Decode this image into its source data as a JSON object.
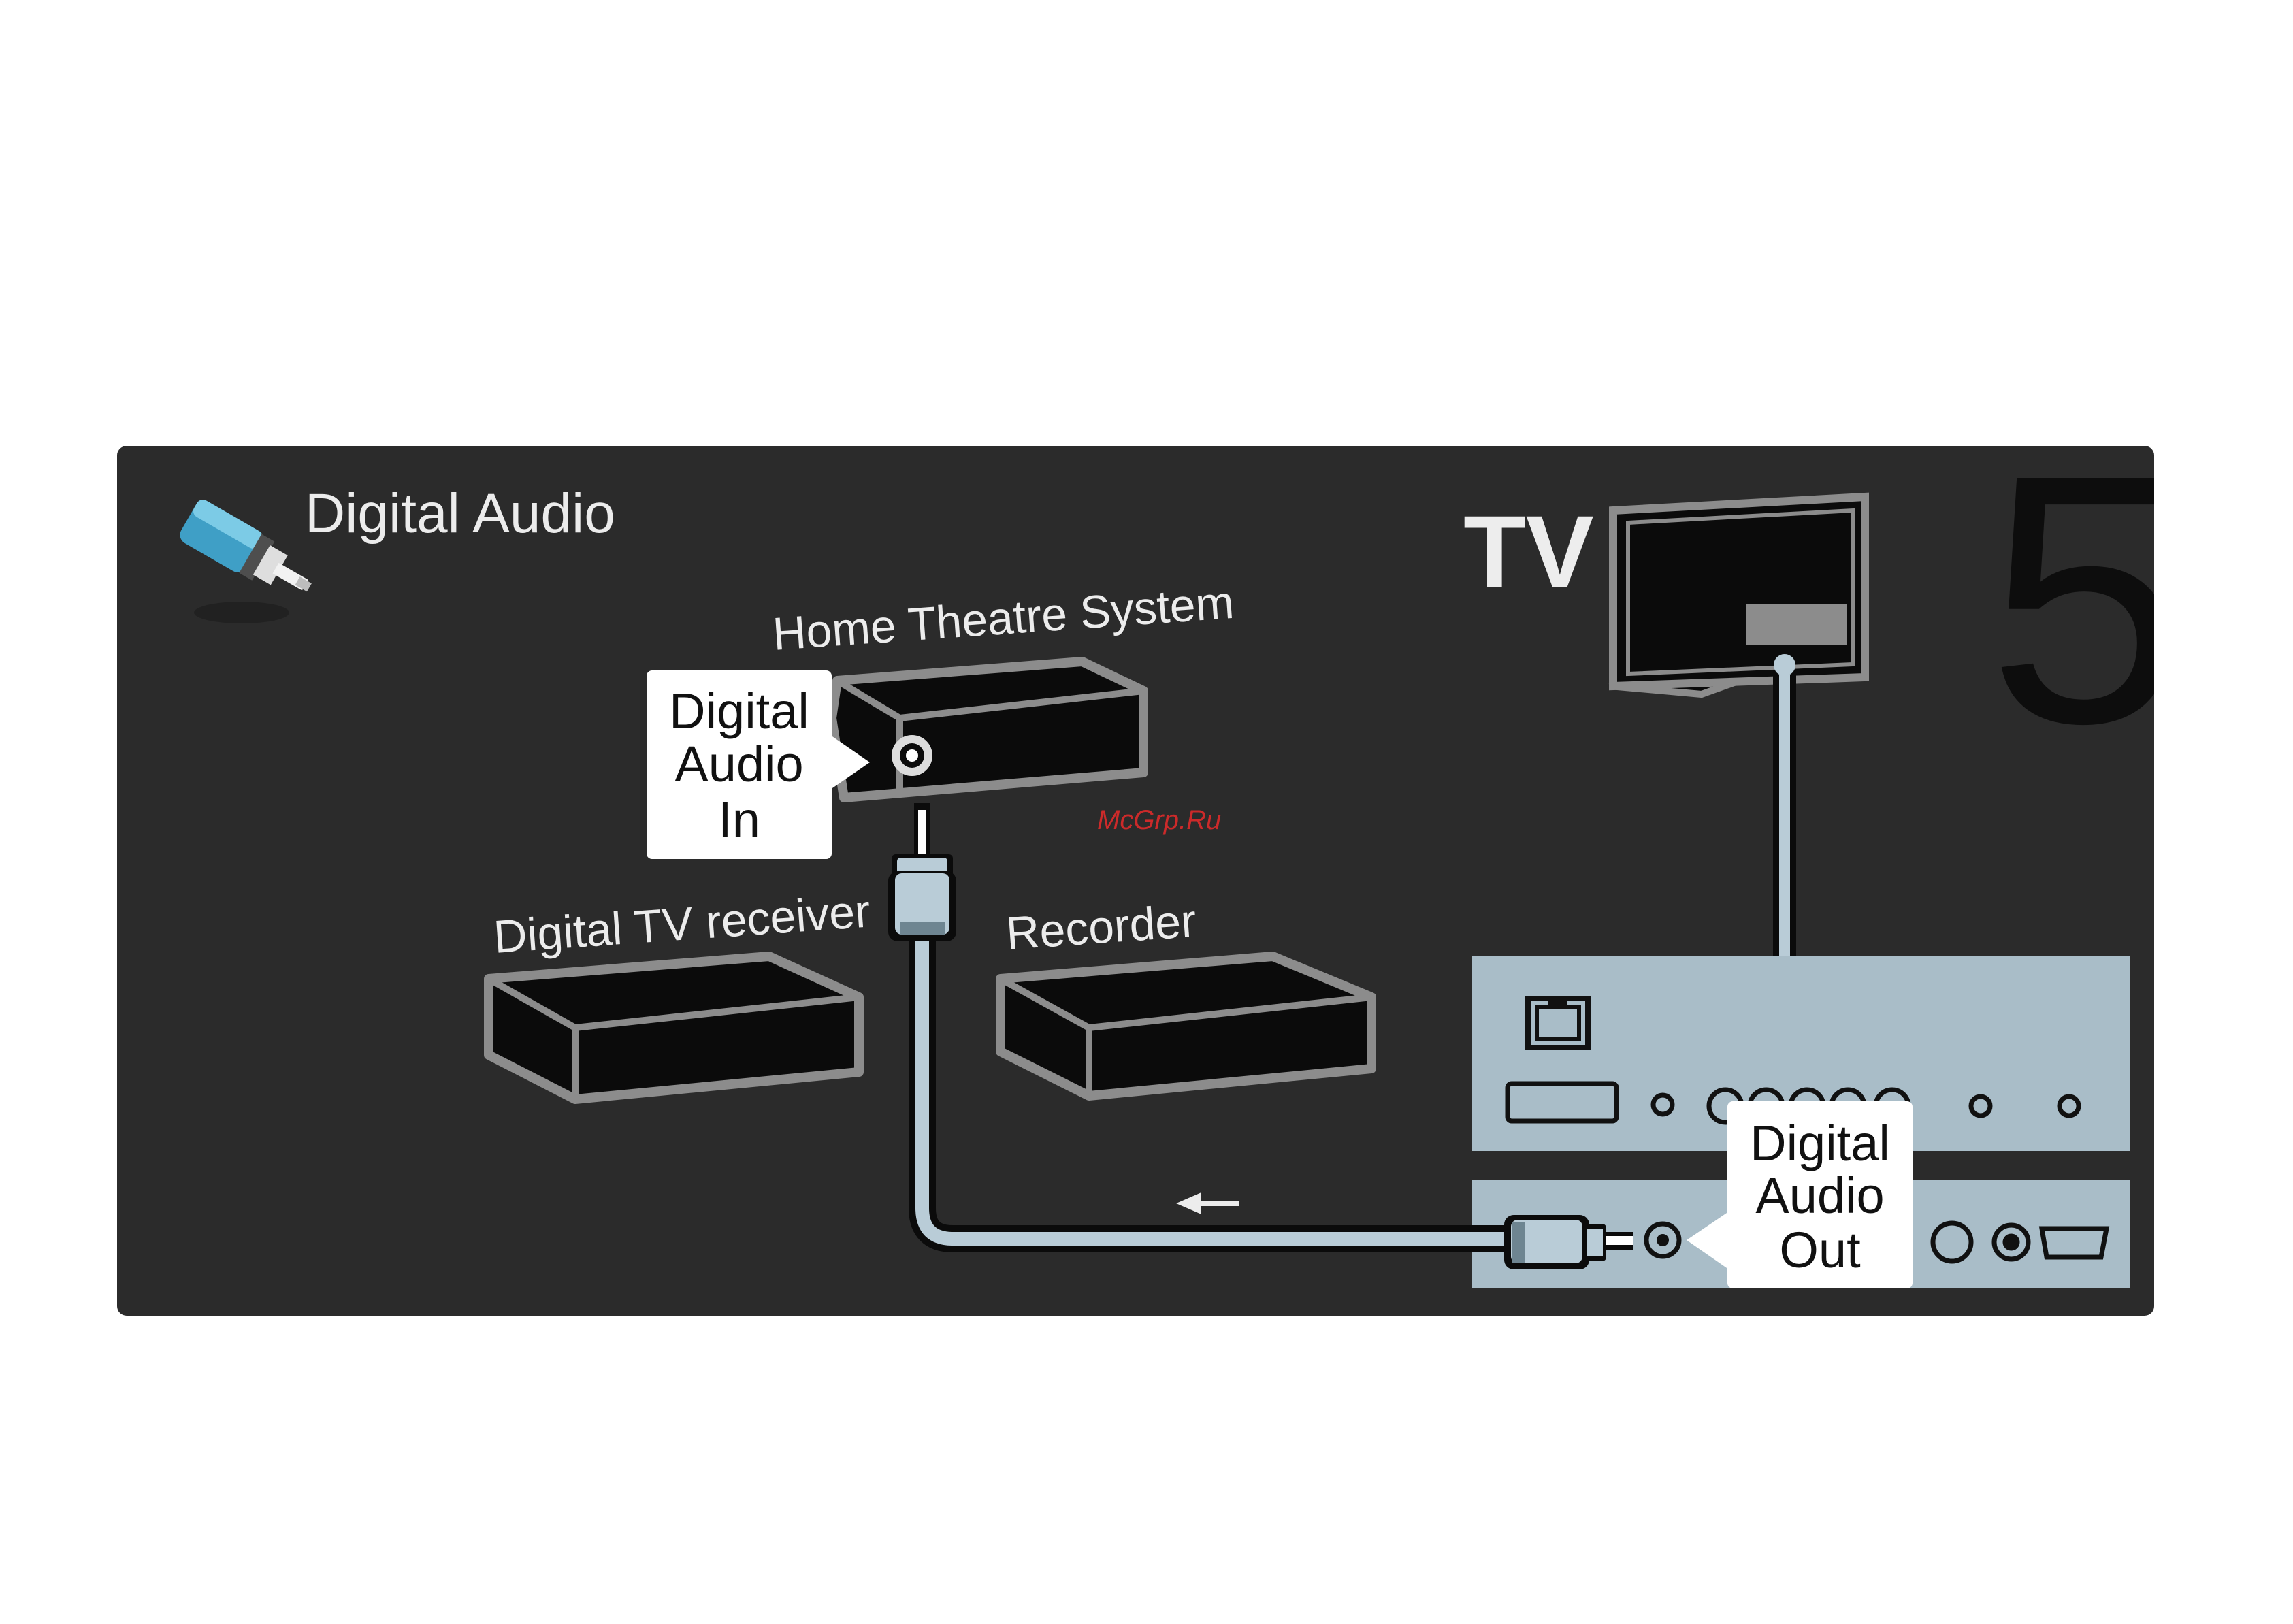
{
  "title": "Digital Audio",
  "page_number": "5",
  "watermark": "McGrp.Ru",
  "devices": {
    "tv": "TV",
    "home_theatre": "Home Theatre System",
    "digital_tv_receiver": "Digital TV receiver",
    "recorder": "Recorder"
  },
  "callouts": {
    "audio_in": [
      "Digital",
      "Audio",
      "In"
    ],
    "audio_out": [
      "Digital",
      "Audio",
      "Out"
    ]
  },
  "icons": {
    "title_icon": "rca-plug-icon",
    "signal_direction": "arrow-left-icon",
    "network_port": "ethernet-port-icon"
  },
  "colors": {
    "panel_bg": "#2b2b2b",
    "device_body": "#0b0b0b",
    "device_outline": "#8c8c8c",
    "cable": "#b9ccd7",
    "connector_panel": "#a9bdc8",
    "callout_bg": "#ffffff",
    "watermark": "#cc2a2a",
    "page_number": "#0d0d0d"
  }
}
